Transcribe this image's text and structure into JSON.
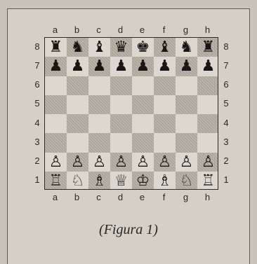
{
  "board": {
    "files": [
      "a",
      "b",
      "c",
      "d",
      "e",
      "f",
      "g",
      "h"
    ],
    "ranks": [
      "8",
      "7",
      "6",
      "5",
      "4",
      "3",
      "2",
      "1"
    ],
    "pieces": {
      "a8": "♜",
      "b8": "♞",
      "c8": "♝",
      "d8": "♛",
      "e8": "♚",
      "f8": "♝",
      "g8": "♞",
      "h8": "♜",
      "a7": "♟",
      "b7": "♟",
      "c7": "♟",
      "d7": "♟",
      "e7": "♟",
      "f7": "♟",
      "g7": "♟",
      "h7": "♟",
      "a2": "♙",
      "b2": "♙",
      "c2": "♙",
      "d2": "♙",
      "e2": "♙",
      "f2": "♙",
      "g2": "♙",
      "h2": "♙",
      "a1": "♖",
      "b1": "♘",
      "c1": "♗",
      "d1": "♕",
      "e1": "♔",
      "f1": "♗",
      "g1": "♘",
      "h1": "♖"
    }
  },
  "caption": "(Figura 1)"
}
